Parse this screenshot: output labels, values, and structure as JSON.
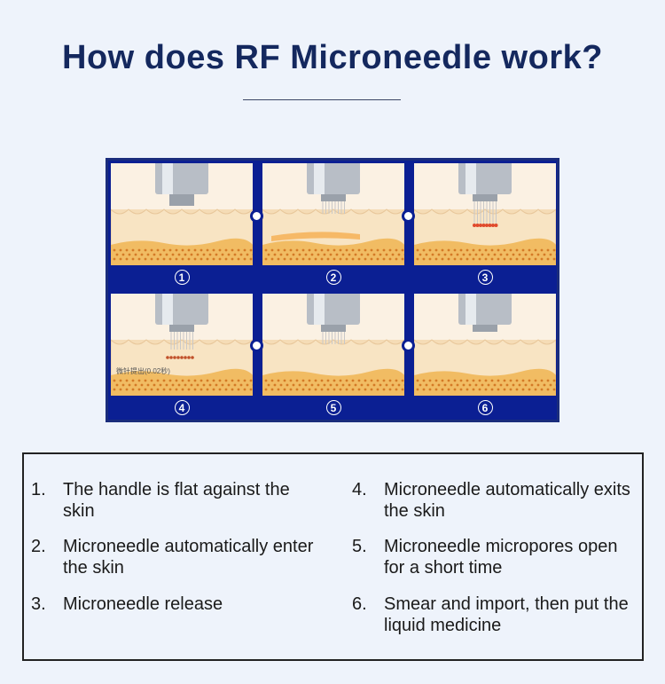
{
  "title": "How does RF Microneedle work?",
  "diagram": {
    "panels": [
      {
        "number": "①",
        "stage": "flat"
      },
      {
        "number": "②",
        "stage": "enter"
      },
      {
        "number": "③",
        "stage": "release"
      },
      {
        "number": "④",
        "stage": "exit",
        "caption": "微针提出(0.02秒)"
      },
      {
        "number": "⑤",
        "stage": "pores"
      },
      {
        "number": "⑥",
        "stage": "import"
      }
    ],
    "colors": {
      "frame": "#0b1f93",
      "skin": "#f5dcb6",
      "fat": "#f0b552"
    }
  },
  "steps": [
    {
      "no": "1.",
      "text": "The handle is flat against the skin"
    },
    {
      "no": "2.",
      "text": "Microneedle automatically enter the skin"
    },
    {
      "no": "3.",
      "text": "Microneedle release"
    },
    {
      "no": "4.",
      "text": "Microneedle automatically exits the skin"
    },
    {
      "no": "5.",
      "text": "Microneedle micropores open for a short time"
    },
    {
      "no": "6.",
      "text": "Smear and import, then put the liquid medicine"
    }
  ]
}
